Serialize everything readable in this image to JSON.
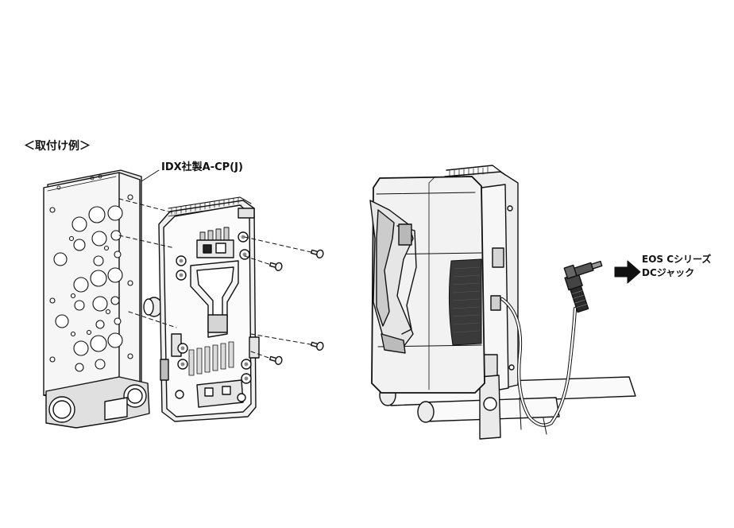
{
  "labels": {
    "example": "＜取付け例＞",
    "adapter": "IDX社製A-CP(J)",
    "destination_line1": "EOS Cシリーズ",
    "destination_line2": "DCジャック"
  },
  "icons": {
    "arrow": "arrow-right-icon"
  },
  "colors": {
    "ink": "#111111",
    "fill_light": "#f2f2f2",
    "fill_mid": "#d9d9d9",
    "fill_dark": "#3a3a3a",
    "background": "#ffffff"
  }
}
